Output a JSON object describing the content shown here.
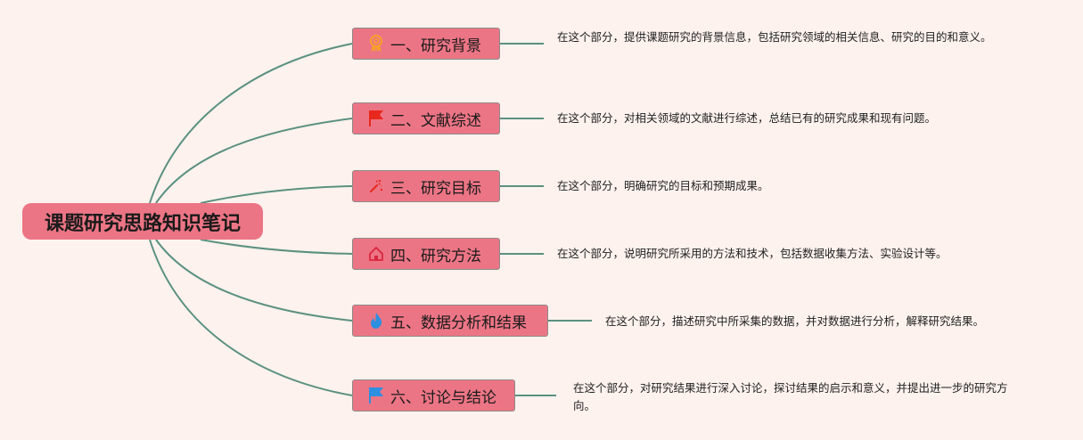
{
  "root": {
    "title": "课题研究思路知识笔记"
  },
  "colors": {
    "background": "#fdf2ee",
    "node_fill": "#ec7585",
    "link": "#5b9180",
    "icon_orange": "#f7a02c",
    "icon_red": "#e8281c",
    "icon_blue": "#2d8fe0"
  },
  "branches": [
    {
      "label": "一、研究背景",
      "icon": "award-icon",
      "description": "在这个部分，提供课题研究的背景信息，包括研究领域的相关信息、研究的目的和意义。"
    },
    {
      "label": "二、文献综述",
      "icon": "red-flag-icon",
      "description": "在这个部分，对相关领域的文献进行综述，总结已有的研究成果和现有问题。"
    },
    {
      "label": "三、研究目标",
      "icon": "magic-wand-icon",
      "description": "在这个部分，明确研究的目标和预期成果。"
    },
    {
      "label": "四、研究方法",
      "icon": "home-icon",
      "description": "在这个部分，说明研究所采用的方法和技术，包括数据收集方法、实验设计等。"
    },
    {
      "label": "五、数据分析和结果",
      "icon": "flame-icon",
      "description": "在这个部分，描述研究中所采集的数据，并对数据进行分析，解释研究结果。"
    },
    {
      "label": "六、讨论与结论",
      "icon": "blue-flag-icon",
      "description": "在这个部分，对研究结果进行深入讨论，探讨结果的启示和意义，并提出进一步的研究方向。"
    }
  ]
}
